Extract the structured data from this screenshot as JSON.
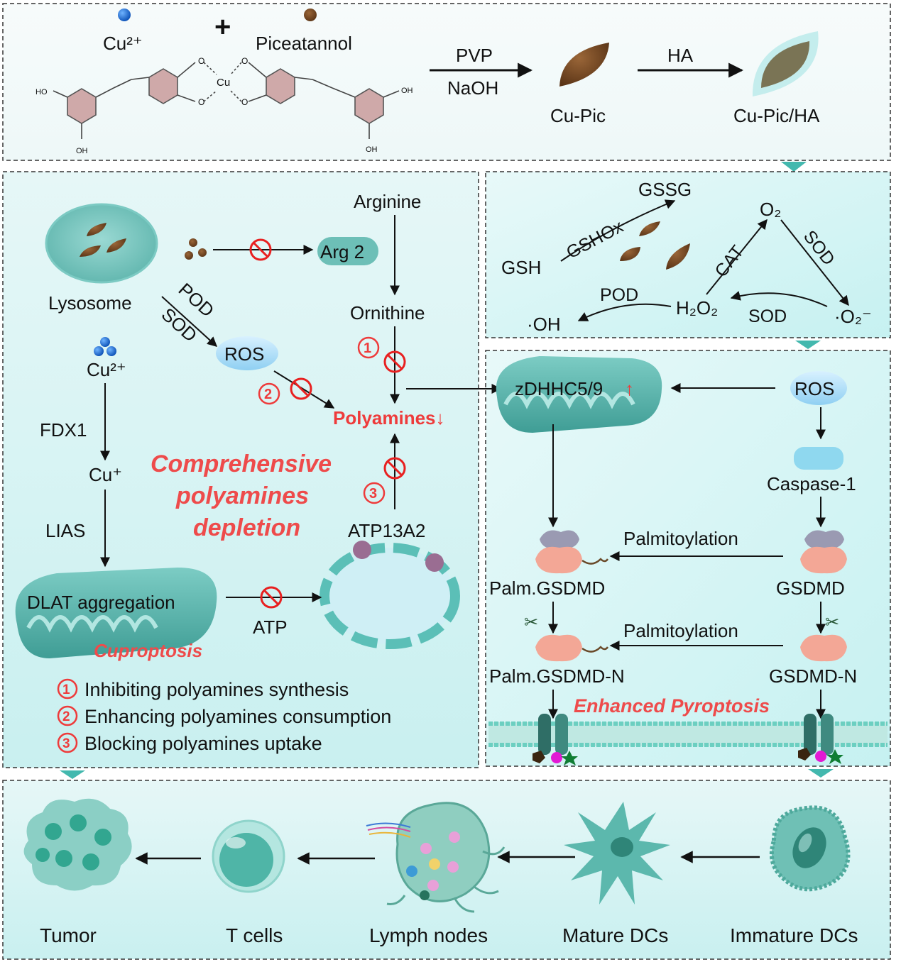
{
  "synthesis": {
    "cu_label": "Cu²⁺",
    "plus": "+",
    "pic_label": "Piceatannol",
    "cu_center": "Cu",
    "o_label": "O",
    "ho_label": "HO",
    "oh_label": "OH",
    "pvp": "PVP",
    "naoh": "NaOH",
    "ha": "HA",
    "cupic": "Cu-Pic",
    "cupicha": "Cu-Pic/HA"
  },
  "left_panel": {
    "lysosome": "Lysosome",
    "pod": "POD",
    "sod": "SOD",
    "ros": "ROS",
    "arg2": "Arg 2",
    "arginine": "Arginine",
    "ornithine": "Ornithine",
    "polyamines": "Polyamines↓",
    "atp13a2": "ATP13A2",
    "atp": "ATP",
    "cu2": "Cu²⁺",
    "fdx1": "FDX1",
    "cu1": "Cu⁺",
    "lias": "LIAS",
    "dlat": "DLAT aggregation",
    "cuproptosis": "Cuproptosis",
    "depletion_title": [
      "Comprehensive",
      "polyamines",
      "depletion"
    ],
    "step_marks": [
      "①",
      "②",
      "③"
    ],
    "legend": [
      {
        "num": "①",
        "text": "Inhibiting polyamines synthesis"
      },
      {
        "num": "②",
        "text": "Enhancing polyamines consumption"
      },
      {
        "num": "③",
        "text": "Blocking polyamines uptake"
      }
    ]
  },
  "enzyme_panel": {
    "gssg": "GSSG",
    "gshox": "GSHOx",
    "gsh": "GSH",
    "o2": "O₂",
    "cat": "CAT",
    "sod": "SOD",
    "pod": "POD",
    "h2o2": "H₂O₂",
    "oh": "·OH",
    "o2_radical": "·O₂⁻"
  },
  "pyroptosis_panel": {
    "zdhhc": "zDHHC5/9",
    "up_arrow": "↑",
    "ros": "ROS",
    "caspase": "Caspase-1",
    "palmitoylation": "Palmitoylation",
    "palm_gsdmd": "Palm.GSDMD",
    "gsdmd": "GSDMD",
    "palm_gsdmd_n": "Palm.GSDMD-N",
    "gsdmd_n": "GSDMD-N",
    "enhanced": "Enhanced Pyroptosis"
  },
  "immune_panel": {
    "stages": [
      "Tumor",
      "T cells",
      "Lymph nodes",
      "Mature DCs",
      "Immature DCs"
    ]
  },
  "colors": {
    "panel_bg": "#dff6f6",
    "teal": "#5bbfb7",
    "nano_brown": "#6e4421",
    "red_accent": "#ee3b3b"
  }
}
